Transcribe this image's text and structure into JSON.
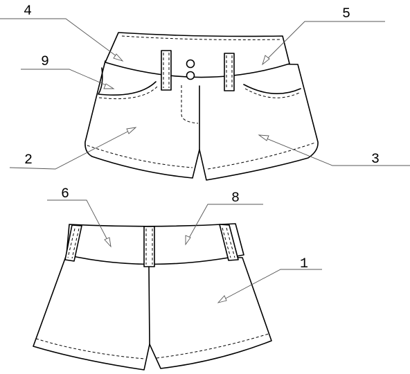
{
  "callouts": {
    "c1": "1",
    "c2": "2",
    "c3": "3",
    "c4": "4",
    "c5": "5",
    "c6": "6",
    "c8": "8",
    "c9": "9"
  },
  "colors": {
    "ink": "#000000",
    "leader": "#555555",
    "background": "#ffffff"
  }
}
